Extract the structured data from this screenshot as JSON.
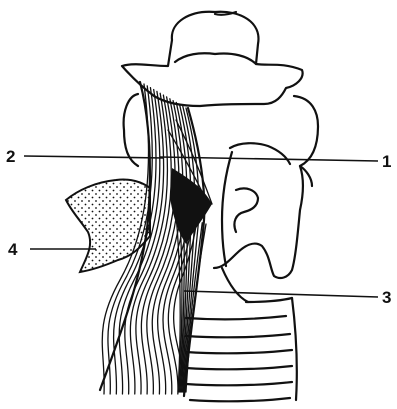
{
  "labels": {
    "one": "1",
    "two": "2",
    "three": "3",
    "four": "4"
  },
  "colors": {
    "ink": "#111111",
    "paper": "#ffffff"
  }
}
